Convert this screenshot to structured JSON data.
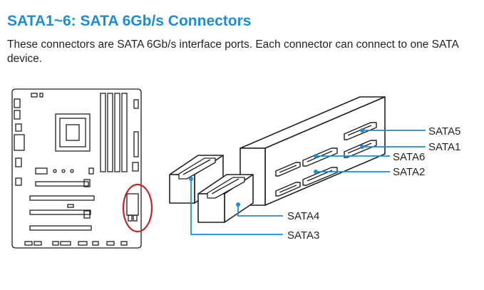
{
  "heading": "SATA1~6: SATA 6Gb/s Connectors",
  "description": "These connectors are SATA 6Gb/s interface ports. Each connector can connect to one SATA device.",
  "labels": {
    "sata5": "SATA5",
    "sata1": "SATA1",
    "sata6": "SATA6",
    "sata2": "SATA2",
    "sata4": "SATA4",
    "sata3": "SATA3"
  },
  "colors": {
    "heading": "#1a8fd6",
    "leader_line": "#1a8fd6",
    "highlight_circle": "#c0282d",
    "outline": "#231f20"
  }
}
